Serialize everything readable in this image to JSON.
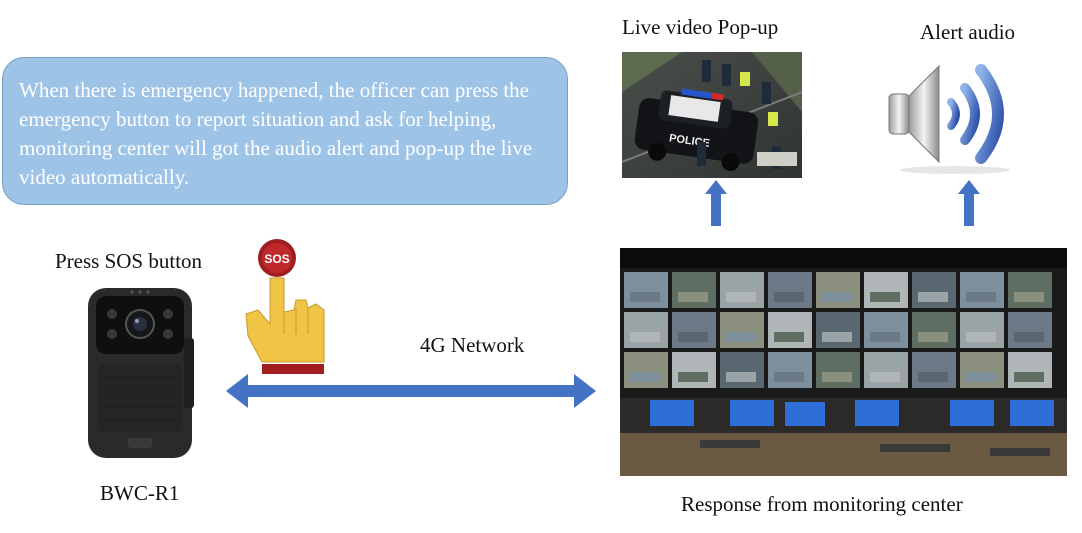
{
  "callout": {
    "text": "When there is emergency happened, the officer can press the emergency button to report situation and ask for helping, monitoring center will got the audio alert and pop-up the live video automatically."
  },
  "labels": {
    "live_video": "Live video Pop-up",
    "alert_audio": "Alert audio",
    "press_sos": "Press SOS  button",
    "network": "4G Network",
    "device": "BWC-R1",
    "response": "Response from monitoring center"
  },
  "sos_button": {
    "text": "SOS"
  },
  "police_car": {
    "text": "POLICE"
  },
  "colors": {
    "callout_fill": "#9dc3e6",
    "arrow_blue": "#4472c4",
    "sos_red": "#c0282b",
    "hand_gold": "#f0c445"
  },
  "icons": [
    "speaker-icon",
    "hand-pointer-icon",
    "sos-button-icon",
    "body-camera-icon",
    "double-arrow-icon",
    "up-arrow-icon"
  ]
}
